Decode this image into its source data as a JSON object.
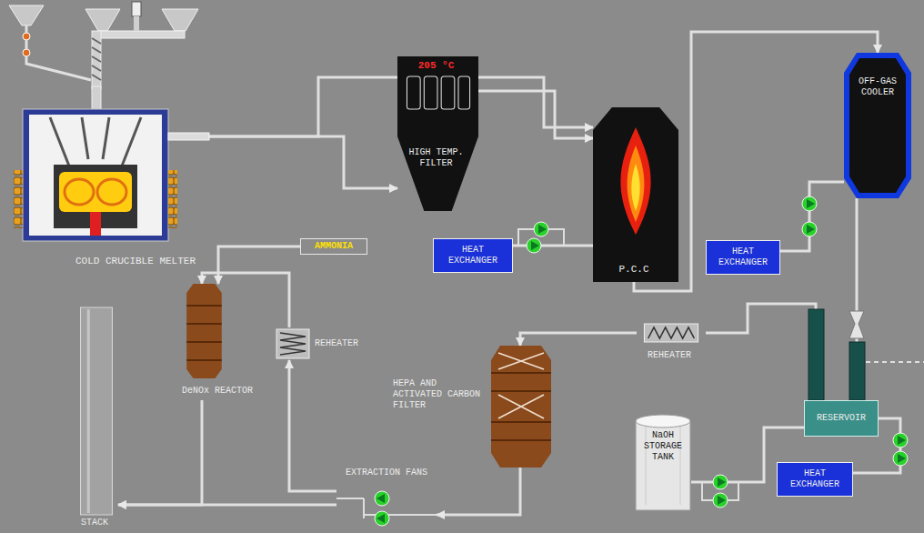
{
  "diagram": {
    "nodes": [
      {
        "text": [
          "COLD CRUCIBLE MELTER"
        ]
      },
      {
        "text": [
          "205 °C",
          "HIGH TEMP. FILTER"
        ]
      },
      {
        "text": [
          "P.C.C"
        ]
      },
      {
        "text": [
          "OFF-GAS COOLER"
        ]
      },
      {
        "text": [
          "HEAT EXCHANGER"
        ]
      },
      {
        "text": [
          "HEAT EXCHANGER"
        ]
      },
      {
        "text": [
          "RESERVOIR"
        ]
      },
      {
        "text": [
          "HEAT EXCHANGER"
        ]
      },
      {
        "text": [
          "NaOH STORAGE TANK"
        ]
      },
      {
        "text": [
          "REHEATER"
        ]
      },
      {
        "text": [
          "HEPA AND ACTIVATED CARBON FILTER"
        ]
      },
      {
        "text": [
          "EXTRACTION FANS"
        ]
      },
      {
        "text": [
          "REHEATER"
        ]
      },
      {
        "text": [
          "DeNOx REACTOR"
        ]
      },
      {
        "text": [
          "AMMONIA"
        ]
      },
      {
        "text": [
          "STACK"
        ]
      }
    ],
    "edges": [
      {
        "from": 0,
        "to": 1,
        "arrow": "to"
      },
      {
        "from": 0,
        "to": 2,
        "arrow": "to"
      },
      {
        "from": 1,
        "to": 2,
        "arrow": "to"
      },
      {
        "from": 2,
        "to": 3,
        "arrow": "to"
      },
      {
        "from": 4,
        "to": 2,
        "arrow": "none"
      },
      {
        "from": 5,
        "to": 3,
        "arrow": "none"
      },
      {
        "from": 3,
        "to": 6,
        "arrow": "to"
      },
      {
        "from": 6,
        "to": 9,
        "arrow": "none"
      },
      {
        "from": 9,
        "to": 10,
        "arrow": "to"
      },
      {
        "from": 7,
        "to": 6,
        "arrow": "none"
      },
      {
        "from": 8,
        "to": 6,
        "arrow": "none"
      },
      {
        "from": 10,
        "to": 11,
        "arrow": "to"
      },
      {
        "from": 11,
        "to": 12,
        "arrow": "to"
      },
      {
        "from": 11,
        "to": 15,
        "arrow": "to"
      },
      {
        "from": 12,
        "to": 13,
        "arrow": "to"
      },
      {
        "from": 14,
        "to": 13,
        "arrow": "to"
      },
      {
        "from": 13,
        "to": 15,
        "arrow": "to"
      }
    ]
  }
}
